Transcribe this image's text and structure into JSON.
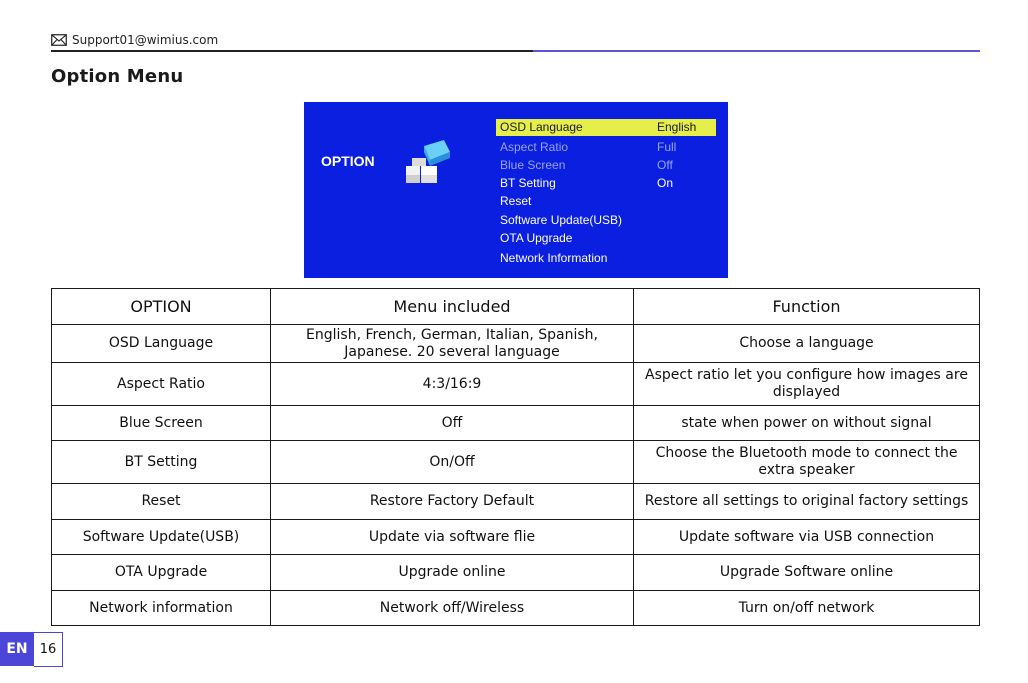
{
  "header": {
    "email": "Support01@wimius.com",
    "icon": "envelope-icon"
  },
  "page_title": "Option Menu",
  "osd": {
    "title": "OPTION",
    "icon": "option-blocks-icon",
    "colors": {
      "background": "#0b1fe0",
      "highlight": "#e6ee49",
      "dim_text": "#9aa3f0"
    },
    "items": [
      {
        "label": "OSD Language",
        "value": "English"
      },
      {
        "label": "Aspect Ratio",
        "value": "Full"
      },
      {
        "label": "Blue Screen",
        "value": "Off"
      },
      {
        "label": "BT Setting",
        "value": "On"
      },
      {
        "label": "Reset",
        "value": ""
      },
      {
        "label": "Software Update(USB)",
        "value": ""
      },
      {
        "label": "OTA Upgrade",
        "value": ""
      },
      {
        "label": "Network Information",
        "value": ""
      }
    ]
  },
  "table": {
    "headers": [
      "OPTION",
      "Menu included",
      "Function"
    ],
    "rows": [
      [
        "OSD Language",
        "English, French, German, Italian, Spanish, Japanese. 20 several language",
        "Choose a language"
      ],
      [
        "Aspect Ratio",
        "4:3/16:9",
        "Aspect ratio let you configure how images are displayed"
      ],
      [
        "Blue Screen",
        "Off",
        "state when power on without signal"
      ],
      [
        "BT Setting",
        "On/Off",
        "Choose the Bluetooth mode to connect the extra speaker"
      ],
      [
        "Reset",
        "Restore Factory Default",
        "Restore all settings to original factory settings"
      ],
      [
        "Software Update(USB)",
        "Update via software flie",
        "Update software via USB connection"
      ],
      [
        "OTA Upgrade",
        "Upgrade online",
        "Upgrade Software online"
      ],
      [
        "Network information",
        "Network off/Wireless",
        "Turn on/off network"
      ]
    ]
  },
  "footer": {
    "lang": "EN",
    "page": "16",
    "accent": "#4b46d8"
  }
}
